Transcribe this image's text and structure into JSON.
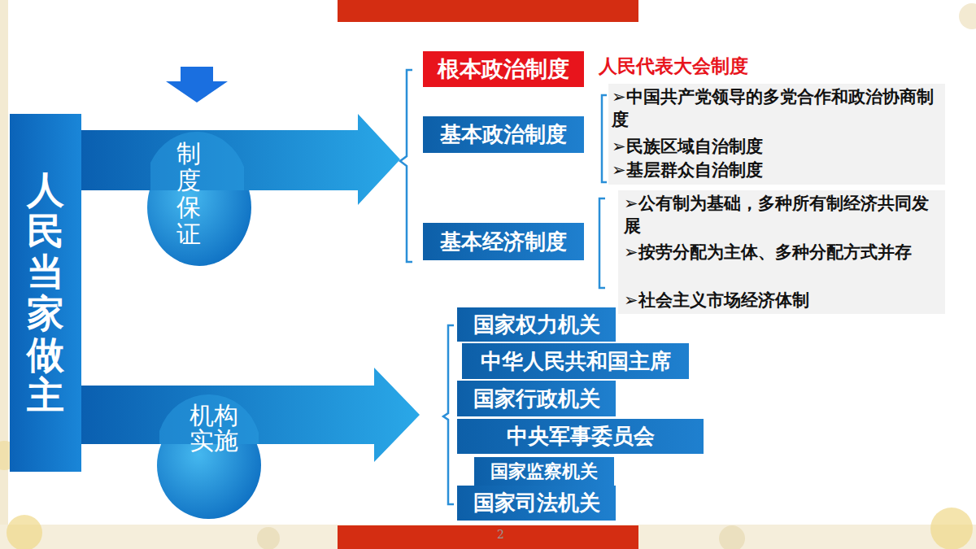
{
  "diagram": {
    "nodes": [
      {
        "text": [
          "人民当家做主"
        ]
      },
      {
        "text": [
          "制度保证"
        ]
      },
      {
        "text": [
          "根本政治制度"
        ]
      },
      {
        "text": [
          "基本政治制度"
        ]
      },
      {
        "text": [
          "基本经济制度"
        ]
      },
      {
        "text": [
          "机构实施"
        ]
      },
      {
        "text": [
          "国家权力机关"
        ]
      },
      {
        "text": [
          "中华人民共和国主席"
        ]
      },
      {
        "text": [
          "国家行政机关"
        ]
      },
      {
        "text": [
          "中央军事委员会"
        ]
      },
      {
        "text": [
          "国家监察机关"
        ]
      },
      {
        "text": [
          "国家司法机关"
        ]
      }
    ],
    "labels": [
      "人民代表大会制度",
      "➢中国共产党领导的多党合作和政治协商制度",
      "➢民族区域自治制度",
      "➢基层群众自治制度",
      "➢公有制为基础，多种所有制经济共同发展",
      "➢按劳分配为主体、多种分配方式并存",
      "➢社会主义市场经济体制",
      "2"
    ]
  }
}
